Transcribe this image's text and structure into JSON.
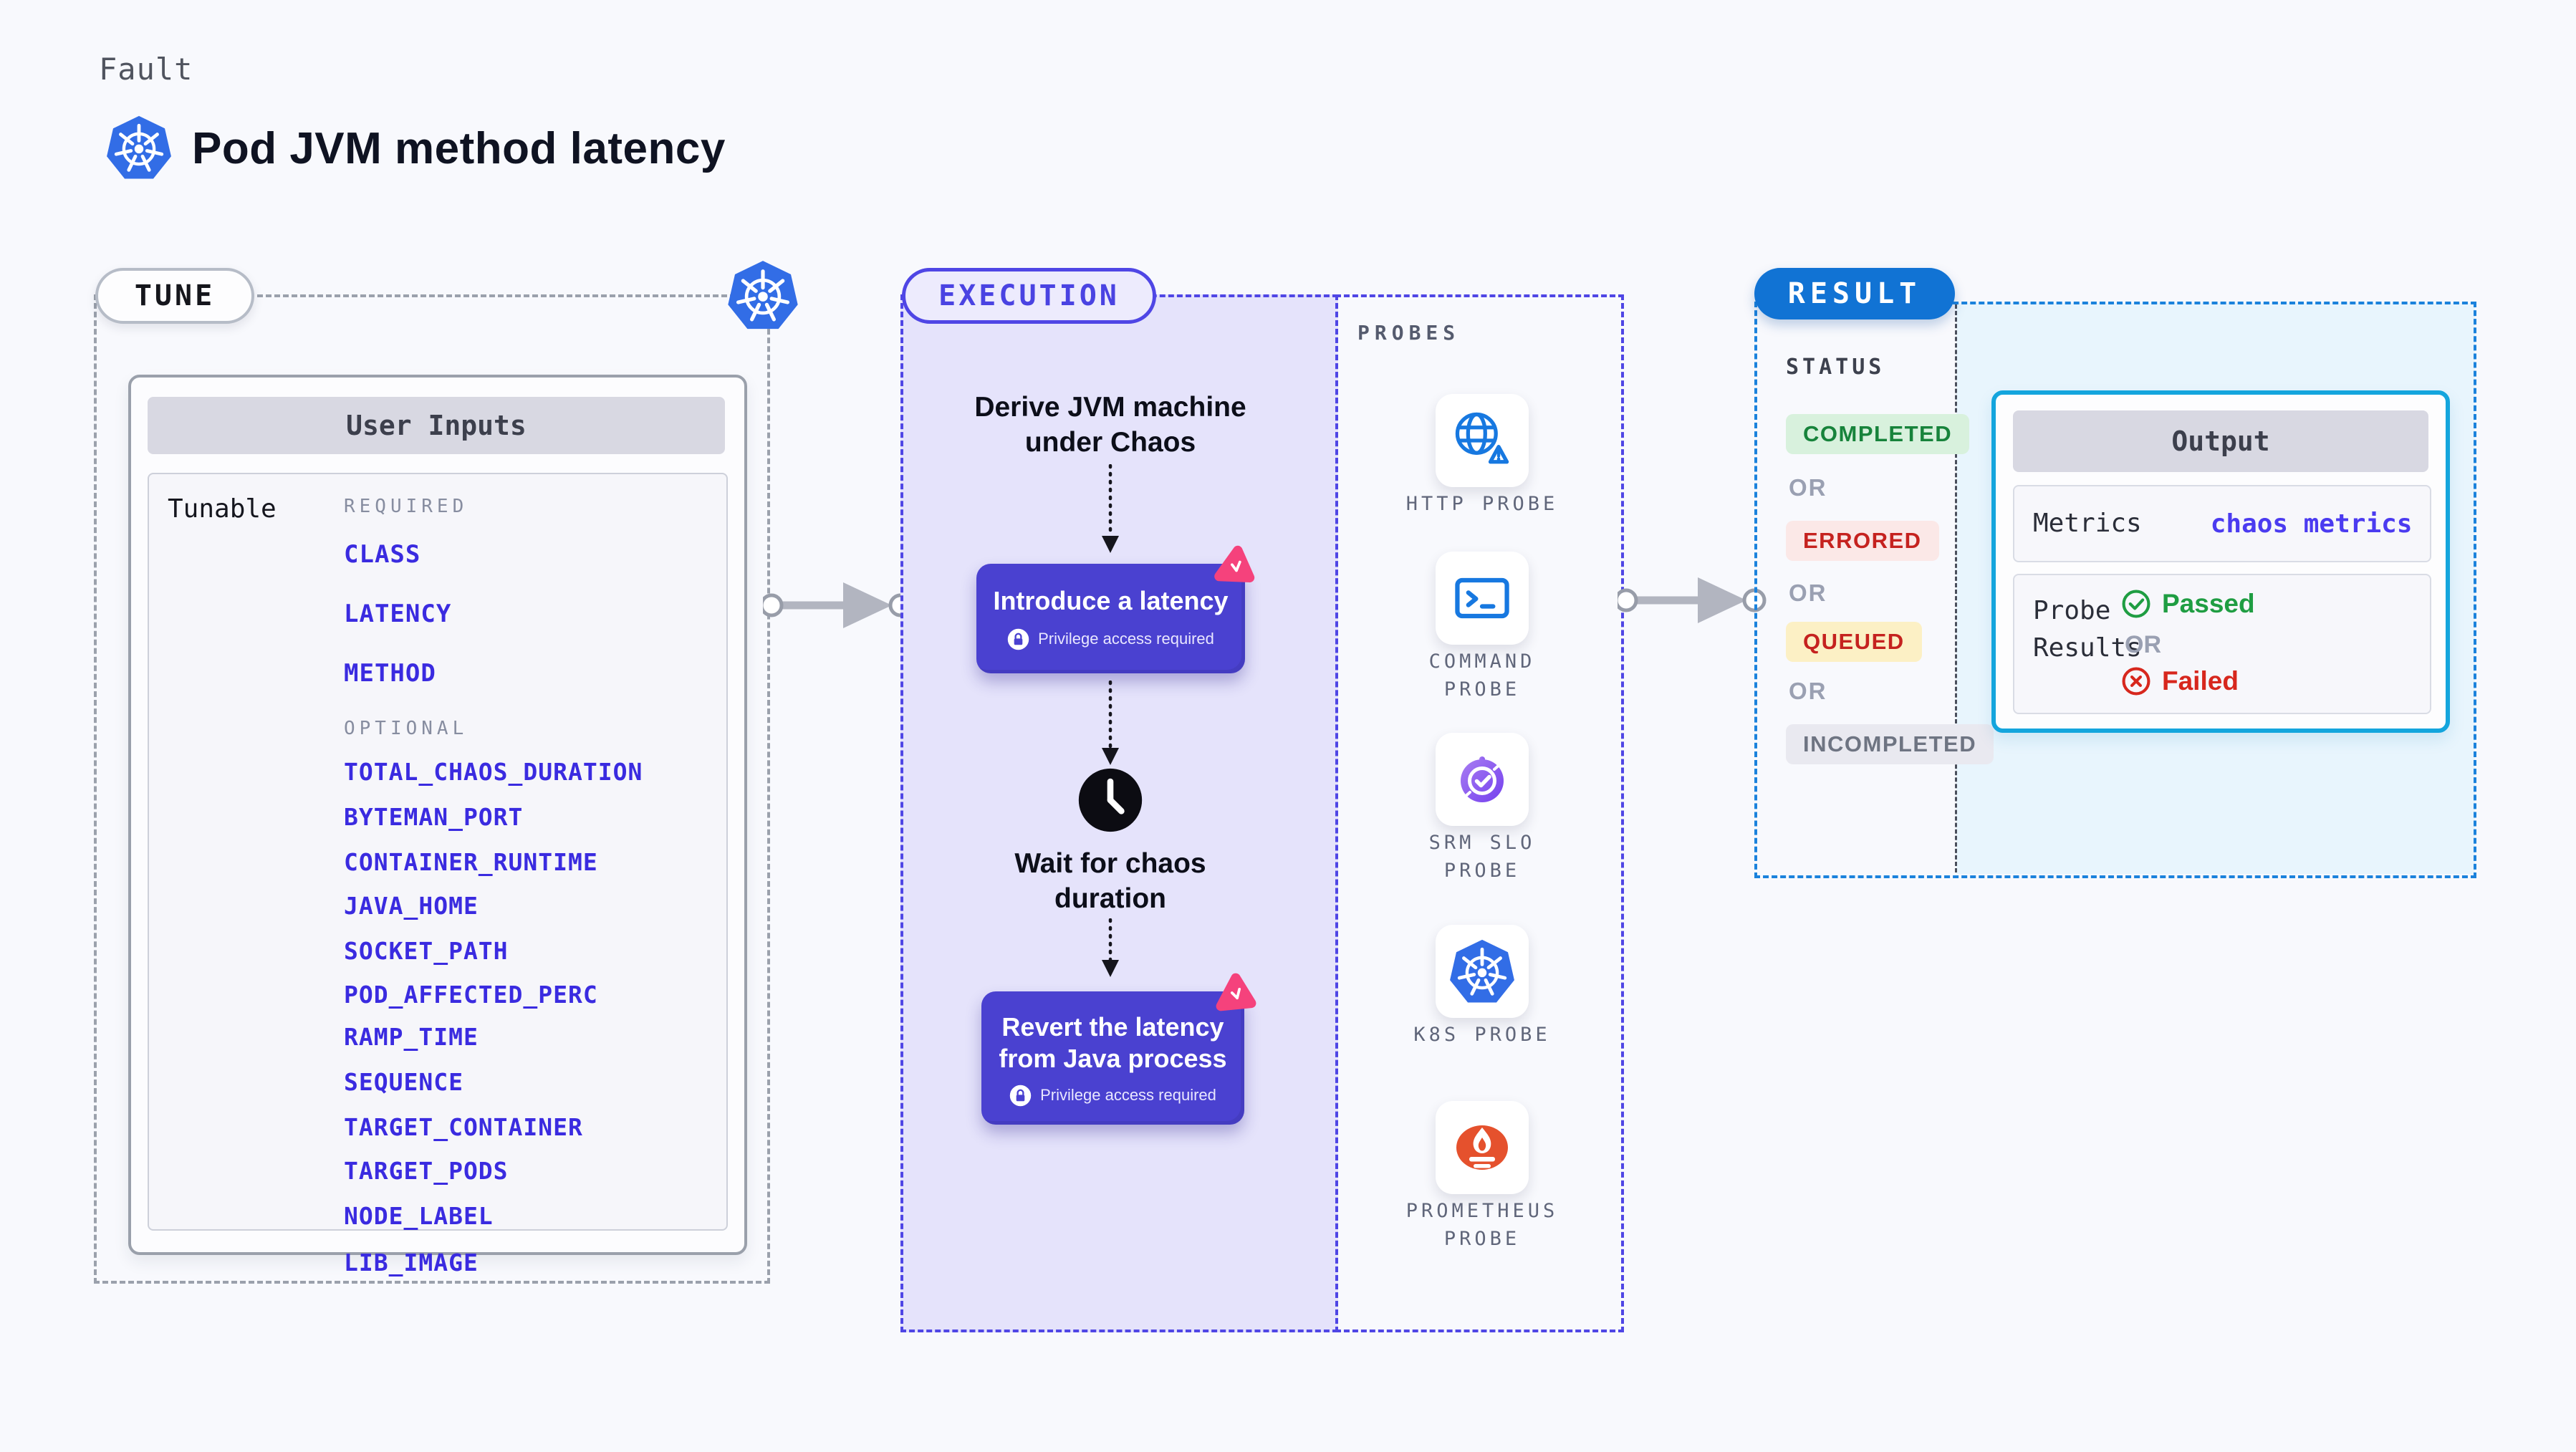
{
  "header": {
    "eyebrow": "Fault",
    "title": "Pod JVM method latency",
    "logo_icon": "kubernetes-icon"
  },
  "tune": {
    "pill": "TUNE",
    "corner_icon": "kubernetes-icon",
    "card_title": "User Inputs",
    "row_label": "Tunable",
    "required_heading": "REQUIRED",
    "required_items": [
      "CLASS",
      "LATENCY",
      "METHOD"
    ],
    "optional_heading": "OPTIONAL",
    "optional_items": [
      "TOTAL_CHAOS_DURATION",
      "BYTEMAN_PORT",
      "CONTAINER_RUNTIME",
      "JAVA_HOME",
      "SOCKET_PATH",
      "POD_AFFECTED_PERC",
      "RAMP_TIME",
      "SEQUENCE",
      "TARGET_CONTAINER",
      "TARGET_PODS",
      "NODE_LABEL",
      "LIB_IMAGE"
    ]
  },
  "execution": {
    "pill": "EXECUTION",
    "step_derive": {
      "line1": "Derive JVM machine",
      "line2": "under Chaos"
    },
    "step_introduce": {
      "title": "Introduce a latency",
      "note": "Privilege access required"
    },
    "step_wait": {
      "line1": "Wait for chaos",
      "line2": "duration",
      "icon": "clock-icon"
    },
    "step_revert": {
      "line1": "Revert the latency",
      "line2": "from Java process",
      "note": "Privilege access required"
    }
  },
  "probes": {
    "heading": "PROBES",
    "items": [
      {
        "line1": "HTTP PROBE",
        "line2": "",
        "icon": "globe-alert-icon"
      },
      {
        "line1": "COMMAND",
        "line2": "PROBE",
        "icon": "terminal-icon"
      },
      {
        "line1": "SRM SLO",
        "line2": "PROBE",
        "icon": "slo-gauge-icon"
      },
      {
        "line1": "K8S PROBE",
        "line2": "",
        "icon": "kubernetes-icon"
      },
      {
        "line1": "PROMETHEUS",
        "line2": "PROBE",
        "icon": "prometheus-icon"
      }
    ]
  },
  "result": {
    "pill": "RESULT",
    "status_heading": "STATUS",
    "or_label": "OR",
    "statuses": [
      {
        "label": "COMPLETED",
        "fg": "#17833B",
        "bg": "#D8F1DD"
      },
      {
        "label": "ERRORED",
        "fg": "#C5221F",
        "bg": "#FBE8E7"
      },
      {
        "label": "QUEUED",
        "fg": "#C5221F",
        "bg": "#FCF0C5"
      },
      {
        "label": "INCOMPLETED",
        "fg": "#6E7482",
        "bg": "#E9E9F0"
      }
    ],
    "output": {
      "title": "Output",
      "metrics_label": "Metrics",
      "metrics_value": "chaos metrics",
      "probe_results_line1": "Probe",
      "probe_results_line2": "Results",
      "passed_label": "Passed",
      "or_label": "OR",
      "failed_label": "Failed"
    }
  },
  "colors": {
    "accent_indigo": "#4F46E5",
    "box_purple": "#4A41D0",
    "execution_fill": "#E5E3FB",
    "result_blue": "#1173D4",
    "result_dash_blue": "#1B82DC",
    "output_border_cyan": "#14A5DD",
    "output_fill_cyan": "#E8F5FD",
    "field_blue": "#3A2BE0",
    "kubernetes_blue": "#326DE6",
    "probe_icon_blue": "#1778E0",
    "prometheus_orange": "#E5512D",
    "chaos_pink": "#F5427C",
    "passed_green": "#1F9D42",
    "failed_red": "#D7271D"
  }
}
